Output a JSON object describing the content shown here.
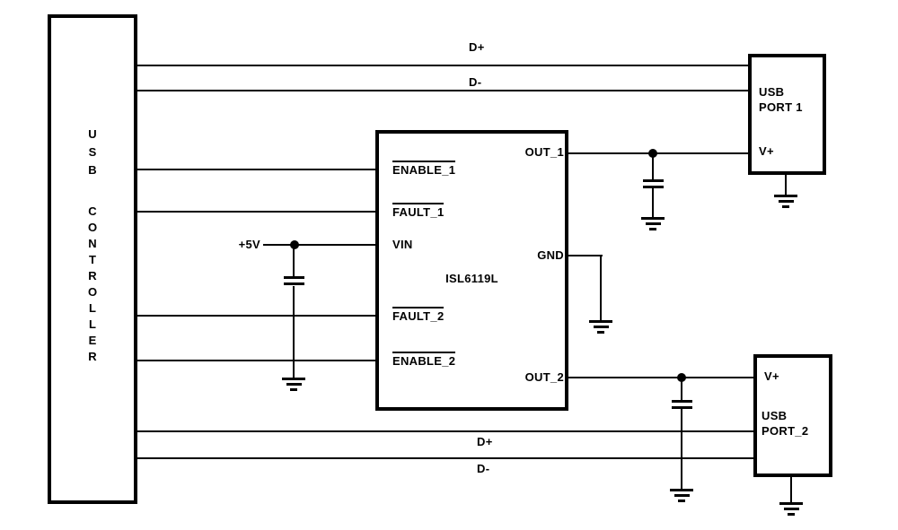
{
  "controller": {
    "word1": "USB",
    "word2": "CONTROLLER"
  },
  "chip": {
    "name": "ISL6119L",
    "left_pins": [
      {
        "label": "ENABLE_1",
        "active_low": true
      },
      {
        "label": "FAULT_1",
        "active_low": true
      },
      {
        "label": "VIN",
        "active_low": false
      },
      {
        "label": "FAULT_2",
        "active_low": true
      },
      {
        "label": "ENABLE_2",
        "active_low": true
      }
    ],
    "right_pins": [
      {
        "label": "OUT_1"
      },
      {
        "label": "GND"
      },
      {
        "label": "OUT_2"
      }
    ]
  },
  "port1": {
    "line1": "USB",
    "line2": "PORT 1",
    "pin_vplus": "V+"
  },
  "port2": {
    "pin_vplus": "V+",
    "line1": "USB",
    "line2": "PORT_2"
  },
  "net_labels": {
    "dplus_top": "D+",
    "dminus_top": "D-",
    "dplus_bottom": "D+",
    "dminus_bottom": "D-",
    "supply_5v": "+5V"
  },
  "symbols": {
    "ground": "earth-ground-icon",
    "capacitor": "capacitor-icon",
    "junction": "junction-dot"
  },
  "colors": {
    "ink": "#000000",
    "background": "#ffffff"
  }
}
